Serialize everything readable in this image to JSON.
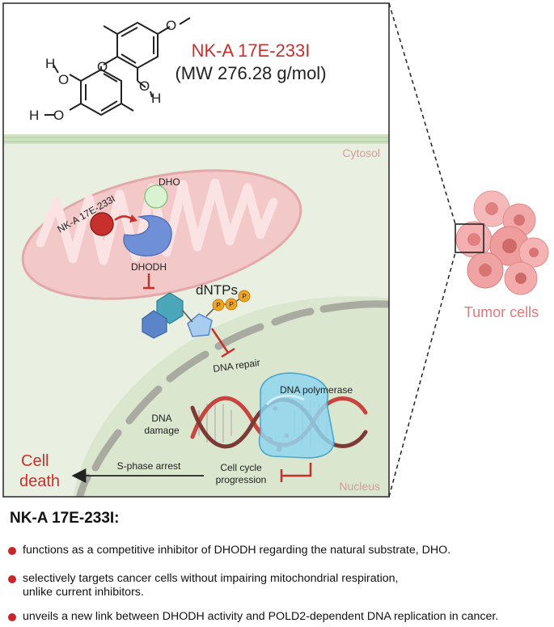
{
  "compound": {
    "name": "NK-A 17E-233I",
    "mw": "(MW 276.28 g/mol)"
  },
  "labels": {
    "cytosol": "Cytosol",
    "nucleus": "Nucleus",
    "dho": "DHO",
    "inhibitor": "NK-A 17E-233I",
    "dhodh": "DHODH",
    "dntps": "dNTPs",
    "phosphate": "P",
    "dna_repair": "DNA repair",
    "dna_polymerase": "DNA polymerase",
    "dna_damage_1": "DNA",
    "dna_damage_2": "damage",
    "s_phase": "S-phase arrest",
    "cell_cycle_1": "Cell cycle",
    "cell_cycle_2": "progression",
    "cell_death_1": "Cell",
    "cell_death_2": "death",
    "tumor_cells": "Tumor cells",
    "atom_o": "O",
    "atom_h": "H"
  },
  "colors": {
    "accent_red": "#c8302d",
    "membrane_green": "#cfe2c3",
    "cytosol_bg": "#e9f0e2",
    "nucleus_bg": "#dde7d2",
    "mito_pink": "#f1c7c7",
    "dhodh_blue": "#6f8fd6",
    "tumor_pink": "#ee9c9c"
  },
  "summary": {
    "title": "NK-A 17E-233I:",
    "bullets": [
      "functions as a competitive inhibitor of DHODH regarding the natural substrate, DHO.",
      "selectively targets cancer cells without impairing mitochondrial respiration,\nunlike current inhibitors.",
      "unveils a new link between DHODH activity and POLD2-dependent DNA replication in cancer."
    ]
  }
}
